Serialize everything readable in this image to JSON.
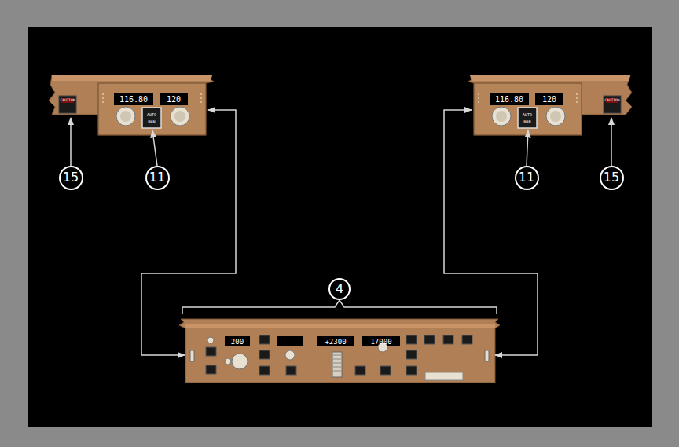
{
  "diagram": {
    "nodes": [
      {
        "text": [
          "15"
        ]
      },
      {
        "text": [
          "11"
        ]
      },
      {
        "text": [
          "11"
        ]
      },
      {
        "text": [
          "15"
        ]
      },
      {
        "text": [
          "4"
        ]
      }
    ],
    "labels": [
      "CAUTION",
      "116.80",
      "120",
      "AUTO",
      "MAN",
      "116.80",
      "120",
      "AUTO",
      "MAN",
      "CAUTION",
      "200",
      "+2300",
      "17000"
    ]
  }
}
